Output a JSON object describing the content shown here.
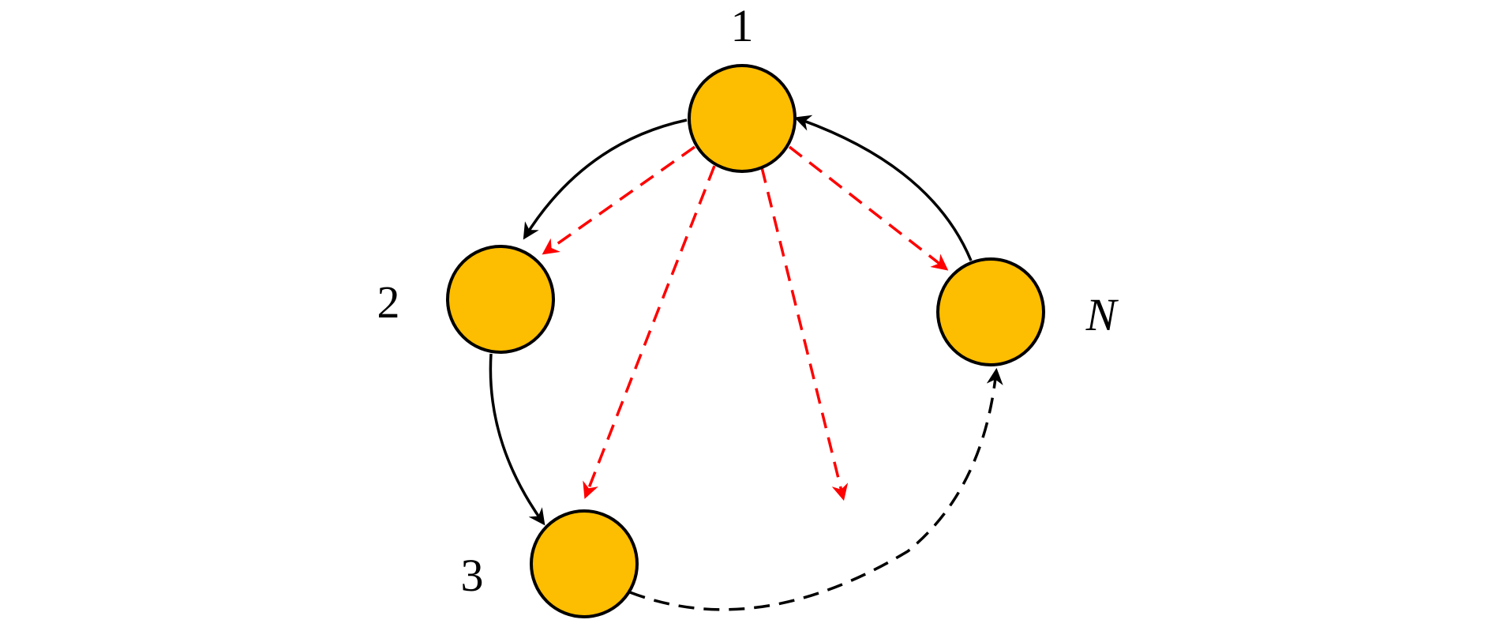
{
  "diagram": {
    "nodes": [
      {
        "id": "1",
        "label": "1",
        "italic": false
      },
      {
        "id": "2",
        "label": "2",
        "italic": false
      },
      {
        "id": "3",
        "label": "3",
        "italic": false
      },
      {
        "id": "N",
        "label": "N",
        "italic": true
      }
    ],
    "ring_edges": [
      {
        "from": "1",
        "to": "2",
        "style": "solid",
        "color": "#000000"
      },
      {
        "from": "2",
        "to": "3",
        "style": "solid",
        "color": "#000000"
      },
      {
        "from": "3",
        "to": "N",
        "style": "dashed",
        "color": "#000000"
      },
      {
        "from": "N",
        "to": "1",
        "style": "solid",
        "color": "#000000"
      }
    ],
    "broadcast_edges": [
      {
        "from": "1",
        "to": "2",
        "style": "dashed",
        "color": "#ff0000"
      },
      {
        "from": "1",
        "to": "3",
        "style": "dashed",
        "color": "#ff0000"
      },
      {
        "from": "1",
        "to": "",
        "style": "dashed",
        "color": "#ff0000"
      },
      {
        "from": "1",
        "to": "N",
        "style": "dashed",
        "color": "#ff0000"
      }
    ],
    "colors": {
      "node_fill": "#fdbd00",
      "node_stroke": "#000000",
      "ring_edge": "#000000",
      "broadcast_edge": "#ff0000"
    }
  }
}
